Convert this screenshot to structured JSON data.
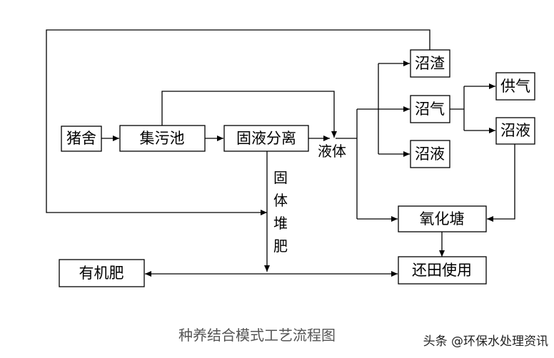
{
  "nodes": {
    "pig_house": "猪舍",
    "collection_pond": "集污池",
    "separation": "固液分离",
    "biogas_residue": "沼渣",
    "biogas": "沼气",
    "biogas_slurry_mid": "沼液",
    "gas_supply": "供气",
    "biogas_slurry_right": "沼液",
    "oxidation_pond": "氧化塘",
    "organic_fertilizer": "有机肥",
    "return_to_field": "还田使用"
  },
  "labels": {
    "liquid": "液体",
    "solid_compost": [
      "固",
      "体",
      "堆",
      "肥"
    ]
  },
  "caption": "种养结合模式工艺流程图",
  "watermark": "头条 @环保水处理资讯",
  "colors": {
    "line": "#000000",
    "caption": "#555555"
  }
}
